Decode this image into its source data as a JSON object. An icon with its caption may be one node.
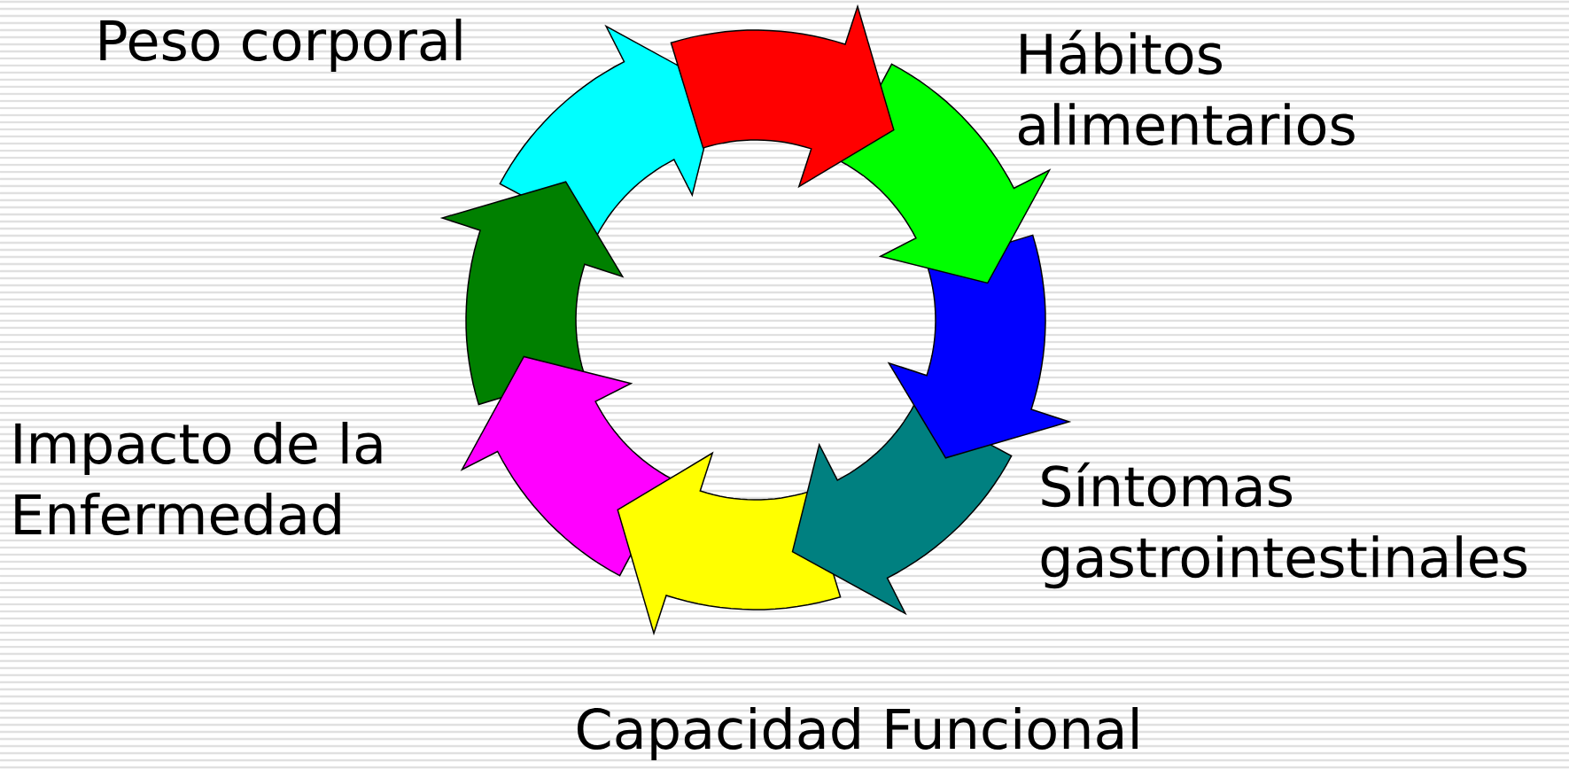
{
  "diagram": {
    "labels": [
      "Peso corporal",
      "Hábitos alimentarios",
      "Impacto de la Enfermedad",
      "Síntomas gastrointestinales",
      "Capacidad Funcional"
    ]
  }
}
